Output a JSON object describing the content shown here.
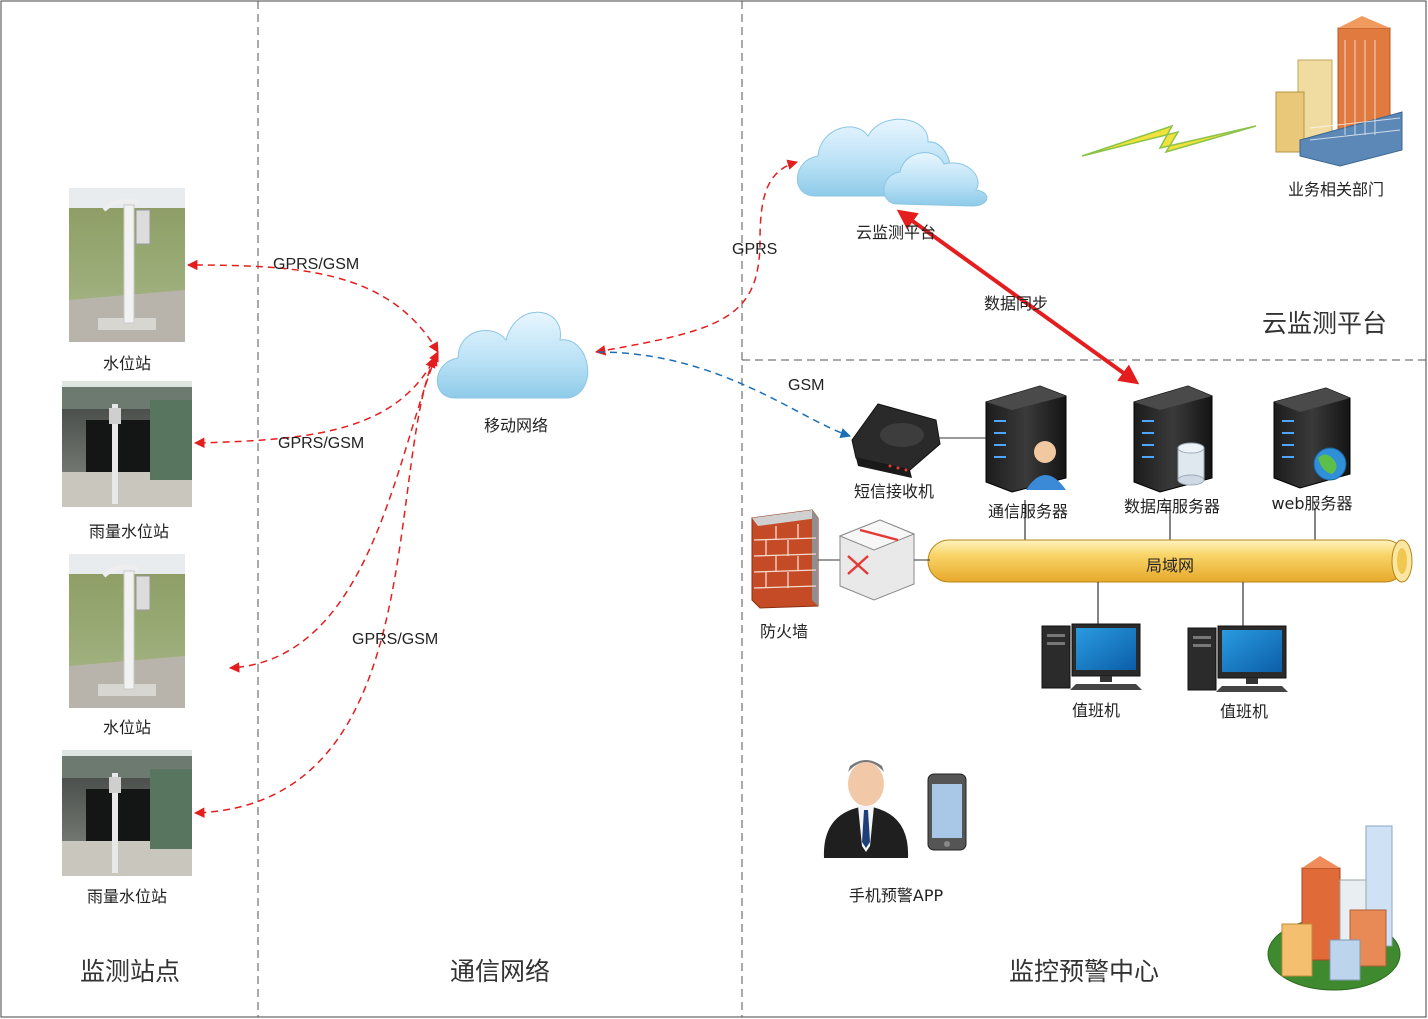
{
  "zones": {
    "stations": "监测站点",
    "network": "通信网络",
    "center": "监控预警中心",
    "cloud_platform": "云监测平台"
  },
  "stations": [
    {
      "label": "水位站",
      "kind": "pole"
    },
    {
      "label": "雨量水位站",
      "kind": "tunnel"
    },
    {
      "label": "水位站",
      "kind": "pole"
    },
    {
      "label": "雨量水位站",
      "kind": "tunnel"
    }
  ],
  "network": {
    "mobile_network": "移动网络",
    "links": {
      "gprs_gsm_1": "GPRS/GSM",
      "gprs_gsm_2": "GPRS/GSM",
      "gprs_gsm_3": "GPRS/GSM",
      "gprs": "GPRS",
      "gsm": "GSM"
    }
  },
  "cloud": {
    "platform": "云监测平台",
    "sync": "数据同步",
    "departments": "业务相关部门"
  },
  "center": {
    "sms_receiver": "短信接收机",
    "comm_server": "通信服务器",
    "db_server": "数据库服务器",
    "web_server": "web服务器",
    "firewall": "防火墙",
    "lan": "局域网",
    "duty_pc_1": "值班机",
    "duty_pc_2": "值班机",
    "mobile_app": "手机预警APP"
  },
  "colors": {
    "link_red": "#e41e1e",
    "link_blue": "#1c6fb5",
    "lan_pipe": "#f7c948",
    "cloud": "#a8d8f0"
  }
}
